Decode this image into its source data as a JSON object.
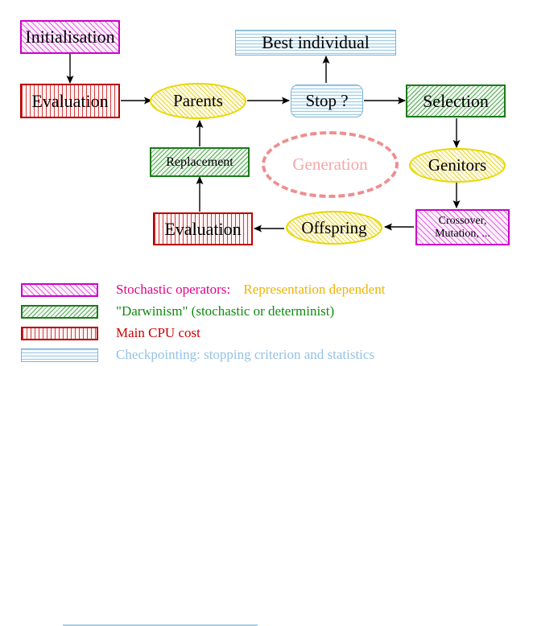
{
  "diagram": {
    "title": "Evolutionary algorithm cycle",
    "nodes": {
      "initialisation": "Initialisation",
      "evaluation_top": "Evaluation",
      "parents": "Parents",
      "best_individual": "Best individual",
      "stop": "Stop ?",
      "selection": "Selection",
      "replacement": "Replacement",
      "generation": "Generation",
      "genitors": "Genitors",
      "evaluation_bottom": "Evaluation",
      "offspring": "Offspring",
      "crossover_line1": "Crossover,",
      "crossover_line2": "Mutation, ..."
    }
  },
  "legend": {
    "rows": [
      {
        "swatch": "magenta-diagonal-hatch",
        "text_primary": "Stochastic operators:",
        "text_secondary": "Representation dependent",
        "color_primary": "#e4008c",
        "color_secondary": "#f0b400"
      },
      {
        "swatch": "green-diagonal-hatch",
        "text_primary": "\"Darwinism\" (stochastic or determinist)",
        "text_secondary": "",
        "color_primary": "#108a10",
        "color_secondary": ""
      },
      {
        "swatch": "red-vertical-hatch",
        "text_primary": "Main CPU cost",
        "text_secondary": "",
        "color_primary": "#cc0000",
        "color_secondary": ""
      },
      {
        "swatch": "blue-horizontal-hatch",
        "text_primary": "Checkpointing: stopping criterion and statistics",
        "text_secondary": "",
        "color_primary": "#94c2e4",
        "color_secondary": ""
      }
    ]
  },
  "colors": {
    "magenta_border": "#cc00cc",
    "green_border": "#1a7a1a",
    "red_border": "#bb0000",
    "blue_border": "#7fb5d8",
    "yellow_border": "#e8d800",
    "generation_dash": "#ef8e8e",
    "generation_text": "#f4a8a8",
    "arrow": "#000000",
    "background": "#ffffff"
  }
}
